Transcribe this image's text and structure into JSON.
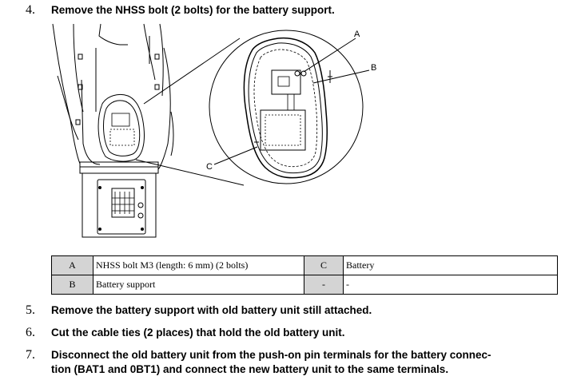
{
  "steps": [
    {
      "number": "4.",
      "text": "Remove the NHSS bolt (2 bolts) for the battery support."
    },
    {
      "number": "5.",
      "text": "Remove the battery support with old battery unit still attached."
    },
    {
      "number": "6.",
      "text": "Cut the cable ties (2 places) that hold the old battery unit."
    },
    {
      "number": "7.",
      "text": "Disconnect the old battery unit from the push-on pin terminals for the battery connec-",
      "text2": "tion (BAT1 and 0BT1) and connect the new battery unit to the same terminals."
    }
  ],
  "figure": {
    "callouts": [
      "A",
      "B",
      "C"
    ]
  },
  "parts_table": {
    "rows": [
      {
        "code1": "A",
        "desc1": "NHSS bolt M3 (length: 6 mm) (2 bolts)",
        "code2": "C",
        "desc2": "Battery"
      },
      {
        "code1": "B",
        "desc1": "Battery support",
        "code2": "-",
        "desc2": "-"
      }
    ]
  }
}
